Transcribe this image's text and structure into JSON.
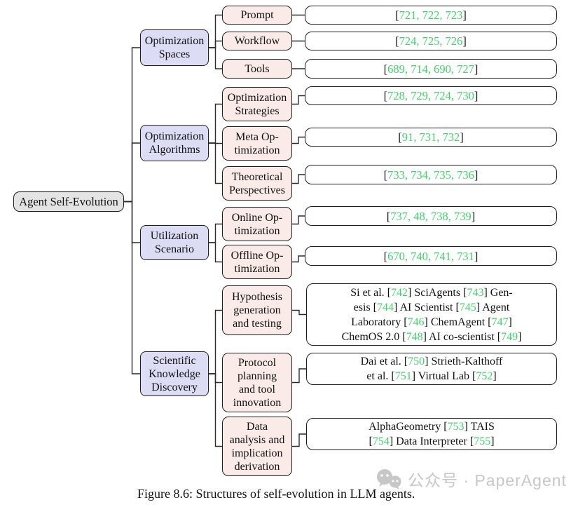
{
  "colors": {
    "root_fill": "#e3e3e3",
    "level1_fill": "#dcdcf4",
    "level2_fill": "#fbebe8",
    "leaf_fill": "#ffffff",
    "border": "#1f1f1f",
    "line": "#2a2a2a",
    "cite_green": "#3fd368",
    "watermark_gray": "#c7c7c7"
  },
  "tree": {
    "root": {
      "label": "Agent Self-Evolution"
    },
    "level1": {
      "spaces": {
        "label": "Optimization\nSpaces"
      },
      "algorithms": {
        "label": "Optimization\nAlgorithms"
      },
      "scenario": {
        "label": "Utilization\nScenario"
      },
      "discovery": {
        "label": "Scientific\nKnowledge\nDiscovery"
      }
    },
    "level2": {
      "prompt": {
        "label": "Prompt"
      },
      "workflow": {
        "label": "Workflow"
      },
      "tools": {
        "label": "Tools"
      },
      "opt_strategies": {
        "label": "Optimization\nStrategies"
      },
      "meta_opt": {
        "label": "Meta Op-\ntimization"
      },
      "theoretical": {
        "label": "Theoretical\nPerspectives"
      },
      "online_opt": {
        "label": "Online Op-\ntimization"
      },
      "offline_opt": {
        "label": "Offline Op-\ntimization"
      },
      "hypothesis": {
        "label": "Hypothesis\ngeneration\nand testing"
      },
      "protocol": {
        "label": "Protocol\nplanning\nand tool\ninnovation"
      },
      "data_analysis": {
        "label": "Data\nanalysis and\nimplication\nderivation"
      }
    },
    "leaves": {
      "prompt": [
        [
          {
            "t": "["
          },
          {
            "c": "721, 722, 723"
          },
          {
            "t": "]"
          }
        ]
      ],
      "workflow": [
        [
          {
            "t": "["
          },
          {
            "c": "724, 725, 726"
          },
          {
            "t": "]"
          }
        ]
      ],
      "tools": [
        [
          {
            "t": "["
          },
          {
            "c": "689, 714, 690, 727"
          },
          {
            "t": "]"
          }
        ]
      ],
      "opt_strategies": [
        [
          {
            "t": "["
          },
          {
            "c": "728, 729, 724, 730"
          },
          {
            "t": "]"
          }
        ]
      ],
      "meta_opt": [
        [
          {
            "t": "["
          },
          {
            "c": "91, 731, 732"
          },
          {
            "t": "]"
          }
        ]
      ],
      "theoretical": [
        [
          {
            "t": "["
          },
          {
            "c": "733, 734, 735, 736"
          },
          {
            "t": "]"
          }
        ]
      ],
      "online_opt": [
        [
          {
            "t": "["
          },
          {
            "c": "737, 48, 738, 739"
          },
          {
            "t": "]"
          }
        ]
      ],
      "offline_opt": [
        [
          {
            "t": "["
          },
          {
            "c": "670, 740, 741, 731"
          },
          {
            "t": "]"
          }
        ]
      ],
      "hypothesis": [
        [
          {
            "t": "Si et al. ["
          },
          {
            "c": "742"
          },
          {
            "t": "] SciAgents ["
          },
          {
            "c": "743"
          },
          {
            "t": "] Gen-"
          }
        ],
        [
          {
            "t": "esis ["
          },
          {
            "c": "744"
          },
          {
            "t": "] AI Scientist ["
          },
          {
            "c": "745"
          },
          {
            "t": "] Agent"
          }
        ],
        [
          {
            "t": "Laboratory ["
          },
          {
            "c": "746"
          },
          {
            "t": "] ChemAgent ["
          },
          {
            "c": "747"
          },
          {
            "t": "]"
          }
        ],
        [
          {
            "t": "ChemOS 2.0 ["
          },
          {
            "c": "748"
          },
          {
            "t": "] AI co-scientist ["
          },
          {
            "c": "749"
          },
          {
            "t": "]"
          }
        ]
      ],
      "protocol": [
        [
          {
            "t": "Dai et al. ["
          },
          {
            "c": "750"
          },
          {
            "t": "] Strieth-Kalthoff"
          }
        ],
        [
          {
            "t": "et al. ["
          },
          {
            "c": "751"
          },
          {
            "t": "] Virtual Lab ["
          },
          {
            "c": "752"
          },
          {
            "t": "]"
          }
        ]
      ],
      "data_analysis": [
        [
          {
            "t": "AlphaGeometry ["
          },
          {
            "c": "753"
          },
          {
            "t": "] TAIS"
          }
        ],
        [
          {
            "t": "["
          },
          {
            "c": "754"
          },
          {
            "t": "] Data Interpreter ["
          },
          {
            "c": "755"
          },
          {
            "t": "]"
          }
        ]
      ]
    }
  },
  "figure": {
    "caption": "Figure 8.6: Structures of self-evolution in LLM agents."
  },
  "watermark": {
    "icon": "wechat-icon",
    "text": "公众号 · PaperAgent"
  }
}
